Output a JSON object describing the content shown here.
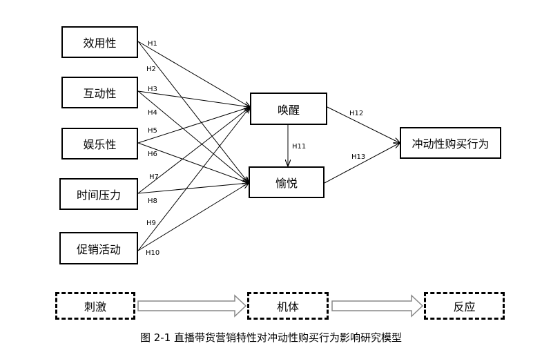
{
  "factors": [
    {
      "id": "f1",
      "label": "效用性"
    },
    {
      "id": "f2",
      "label": "互动性"
    },
    {
      "id": "f3",
      "label": "娱乐性"
    },
    {
      "id": "f4",
      "label": "时间压力"
    },
    {
      "id": "f5",
      "label": "促销活动"
    }
  ],
  "mediators": [
    {
      "id": "m1",
      "label": "唤醒"
    },
    {
      "id": "m2",
      "label": "愉悦"
    }
  ],
  "outcome": {
    "label": "冲动性购买行为"
  },
  "hypotheses": [
    {
      "label": "H1",
      "from": "f1",
      "to": "m1"
    },
    {
      "label": "H2",
      "from": "f1",
      "to": "m2"
    },
    {
      "label": "H3",
      "from": "f2",
      "to": "m1"
    },
    {
      "label": "H4",
      "from": "f2",
      "to": "m2"
    },
    {
      "label": "H5",
      "from": "f3",
      "to": "m1"
    },
    {
      "label": "H6",
      "from": "f3",
      "to": "m2"
    },
    {
      "label": "H7",
      "from": "f4",
      "to": "m1"
    },
    {
      "label": "H8",
      "from": "f4",
      "to": "m2"
    },
    {
      "label": "H9",
      "from": "f5",
      "to": "m1"
    },
    {
      "label": "H10",
      "from": "f5",
      "to": "m2"
    },
    {
      "label": "H11",
      "from": "m1",
      "to": "m2"
    },
    {
      "label": "H12",
      "from": "m1",
      "to": "outcome"
    },
    {
      "label": "H13",
      "from": "m2",
      "to": "outcome"
    }
  ],
  "sor": {
    "stimulus": "刺激",
    "organism": "机体",
    "response": "反应"
  },
  "caption": "图 2-1 直播带货营销特性对冲动性购买行为影响研究模型"
}
